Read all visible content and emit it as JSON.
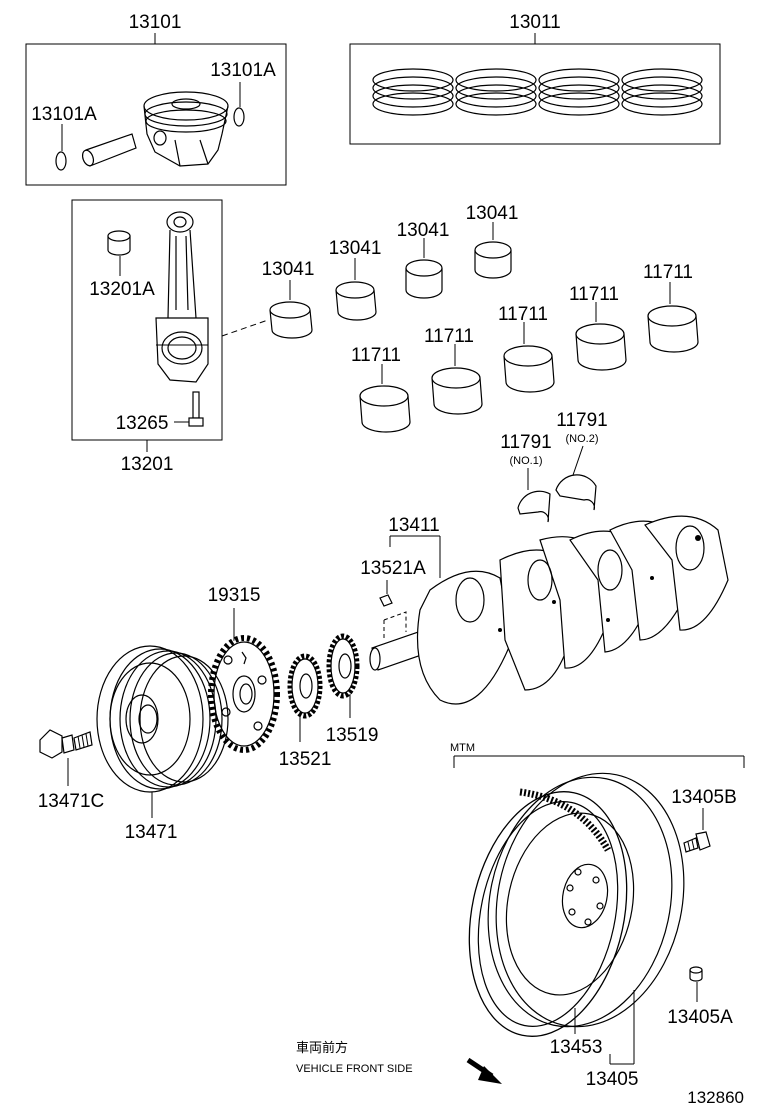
{
  "labels": {
    "piston": "13101",
    "piston_ring_set": "13011",
    "snap_ring_right": "13101A",
    "snap_ring_left": "13101A",
    "conn_rod_bushing": "13201A",
    "conn_rod_bolt": "13265",
    "conn_rod": "13201",
    "rod_bearing_1": "13041",
    "rod_bearing_2": "13041",
    "rod_bearing_3": "13041",
    "rod_bearing_4": "13041",
    "main_bearing_1": "11711",
    "main_bearing_2": "11711",
    "main_bearing_3": "11711",
    "main_bearing_4": "11711",
    "main_bearing_5": "11711",
    "thrust_washer_1": "11791",
    "thrust_washer_1_note": "(NO.1)",
    "thrust_washer_2": "11791",
    "thrust_washer_2_note": "(NO.2)",
    "crankshaft": "13411",
    "crank_key": "13521A",
    "crank_sprocket": "19315",
    "crank_gear": "13521",
    "balancer_gear": "13519",
    "pulley_bolt": "13471C",
    "crank_pulley": "13471",
    "mtm": "MTM",
    "flywheel_bolt": "13405B",
    "flywheel_pin": "13405A",
    "ring_gear": "13453",
    "flywheel": "13405",
    "direction_jp": "車両前方",
    "direction_en": "VEHICLE FRONT SIDE",
    "diagram_number": "132860"
  },
  "icons": {
    "direction_arrow": "front-direction-arrow-icon"
  }
}
